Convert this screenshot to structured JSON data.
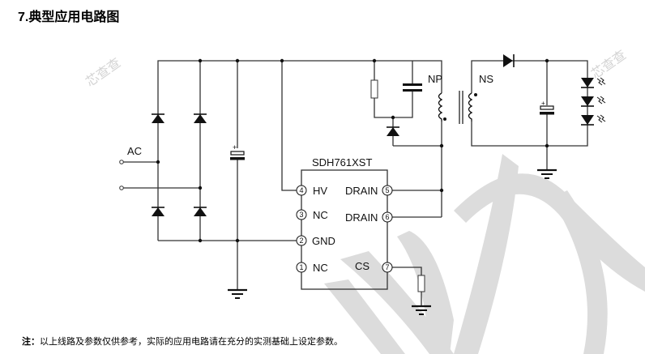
{
  "title": "7.典型应用电路图",
  "note": {
    "prefix": "注：",
    "text": "以上线路及参数仅供参考，实际的应用电路请在充分的实测基础上设定参数。"
  },
  "watermark": {
    "text": "芯查查"
  },
  "circuit": {
    "ac_label": "AC",
    "ic": {
      "part_number": "SDH761XST",
      "pins": [
        {
          "num": "1",
          "name": "NC"
        },
        {
          "num": "2",
          "name": "GND"
        },
        {
          "num": "3",
          "name": "NC"
        },
        {
          "num": "4",
          "name": "HV"
        },
        {
          "num": "5",
          "name": "DRAIN"
        },
        {
          "num": "6",
          "name": "DRAIN"
        },
        {
          "num": "7",
          "name": "CS"
        }
      ]
    },
    "transformer": {
      "primary_label": "NP",
      "secondary_label": "NS"
    },
    "cap_polarity": "+"
  }
}
